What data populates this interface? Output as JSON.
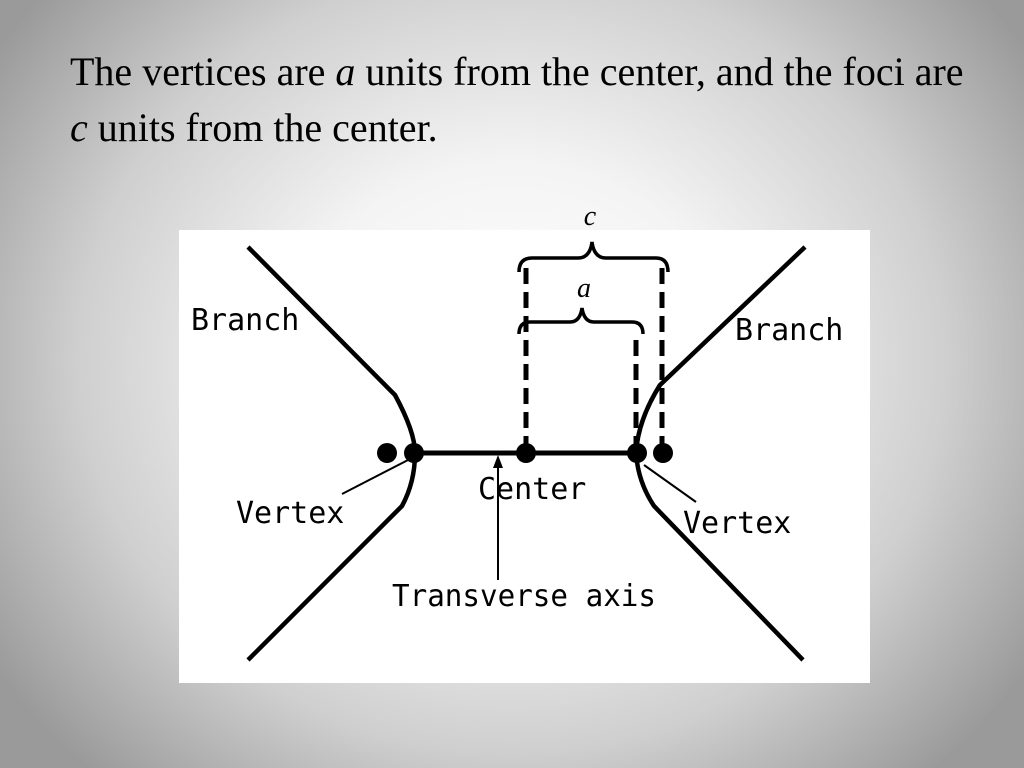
{
  "slide": {
    "text_part1": "The vertices are ",
    "text_a": "a",
    "text_part2": " units from the center, and the foci are ",
    "text_c": "c",
    "text_part3": " units from the center."
  },
  "diagram": {
    "label_c": "c",
    "label_a": "a",
    "label_branch_left": "Branch",
    "label_branch_right": "Branch",
    "label_vertex_left": "Vertex",
    "label_vertex_right": "Vertex",
    "label_center": "Center",
    "label_transverse_axis": "Transverse axis"
  }
}
